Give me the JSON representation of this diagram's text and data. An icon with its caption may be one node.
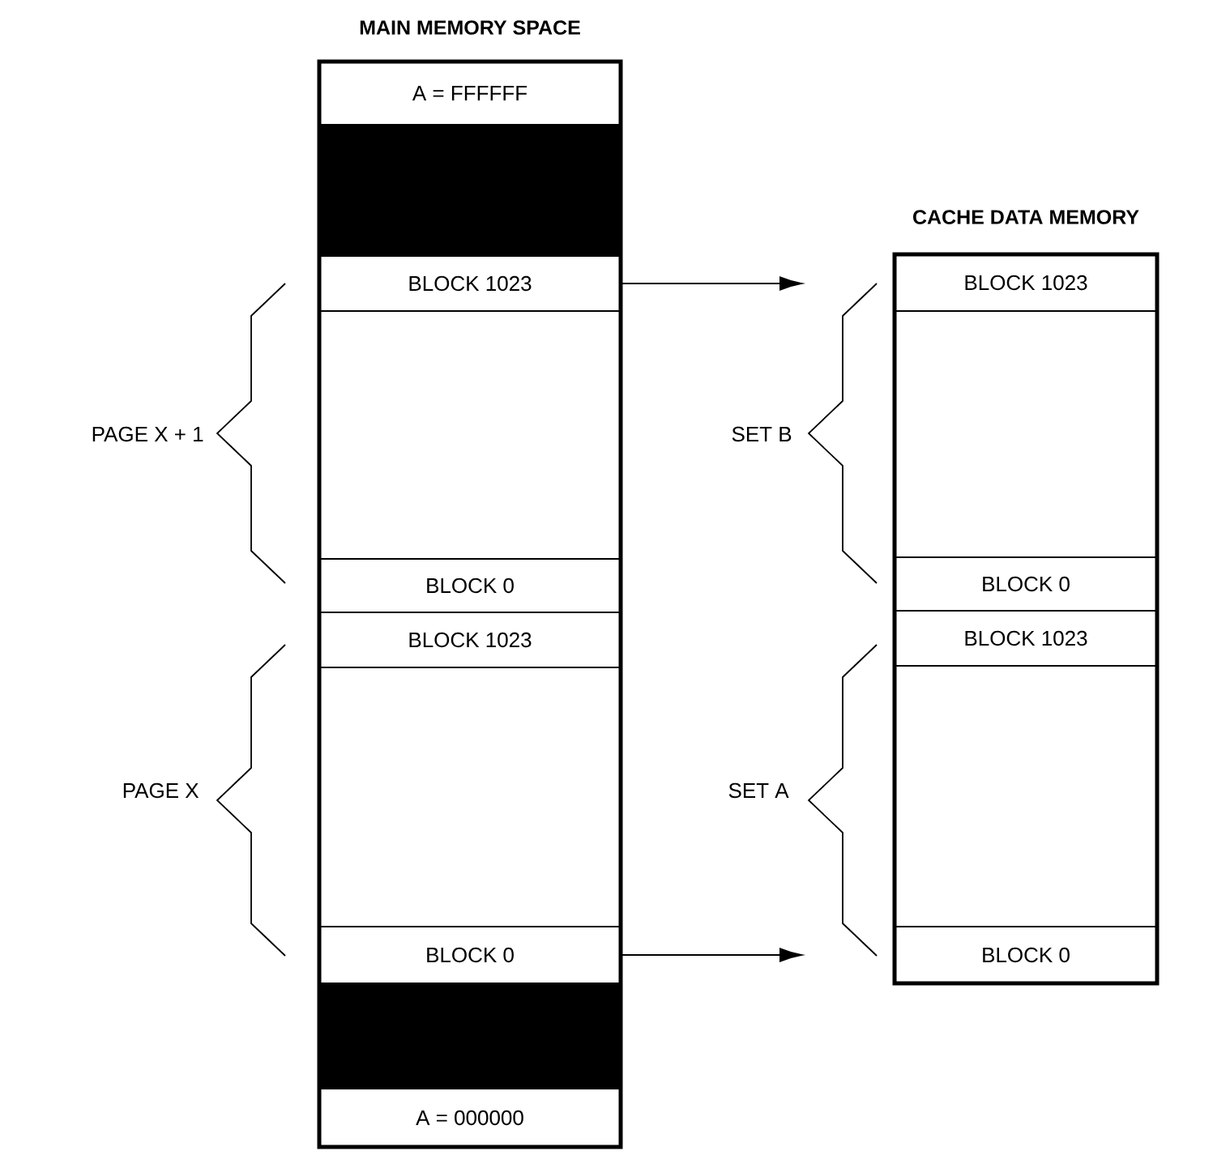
{
  "diagram": {
    "nodes": [
      {
        "text": [
          "MAIN MEMORY SPACE"
        ]
      },
      {
        "text": [
          "A = FFFFFF"
        ],
        "in": 0
      },
      {
        "text": [],
        "shape": "box",
        "in": 0
      },
      {
        "text": [
          "BLOCK 1023"
        ],
        "in": 0
      },
      {
        "text": [
          "BLOCK 0"
        ],
        "in": 0
      },
      {
        "text": [
          "BLOCK 1023"
        ],
        "in": 0
      },
      {
        "text": [
          "BLOCK 0"
        ],
        "in": 0
      },
      {
        "text": [],
        "shape": "box",
        "in": 0
      },
      {
        "text": [
          "A = 000000"
        ],
        "in": 0
      },
      {
        "text": [
          "CACHE DATA MEMORY"
        ]
      },
      {
        "text": [
          "BLOCK 1023"
        ],
        "in": 9
      },
      {
        "text": [
          "BLOCK 0"
        ],
        "in": 9
      },
      {
        "text": [
          "BLOCK 1023"
        ],
        "in": 9
      },
      {
        "text": [
          "BLOCK 0"
        ],
        "in": 9
      }
    ],
    "edges": [
      {
        "from": 3,
        "to": 10,
        "arrow": "to"
      },
      {
        "from": 6,
        "to": 13,
        "arrow": "to"
      }
    ],
    "labels": [
      "PAGE X + 1",
      "SET B",
      "PAGE X",
      "SET A"
    ]
  }
}
